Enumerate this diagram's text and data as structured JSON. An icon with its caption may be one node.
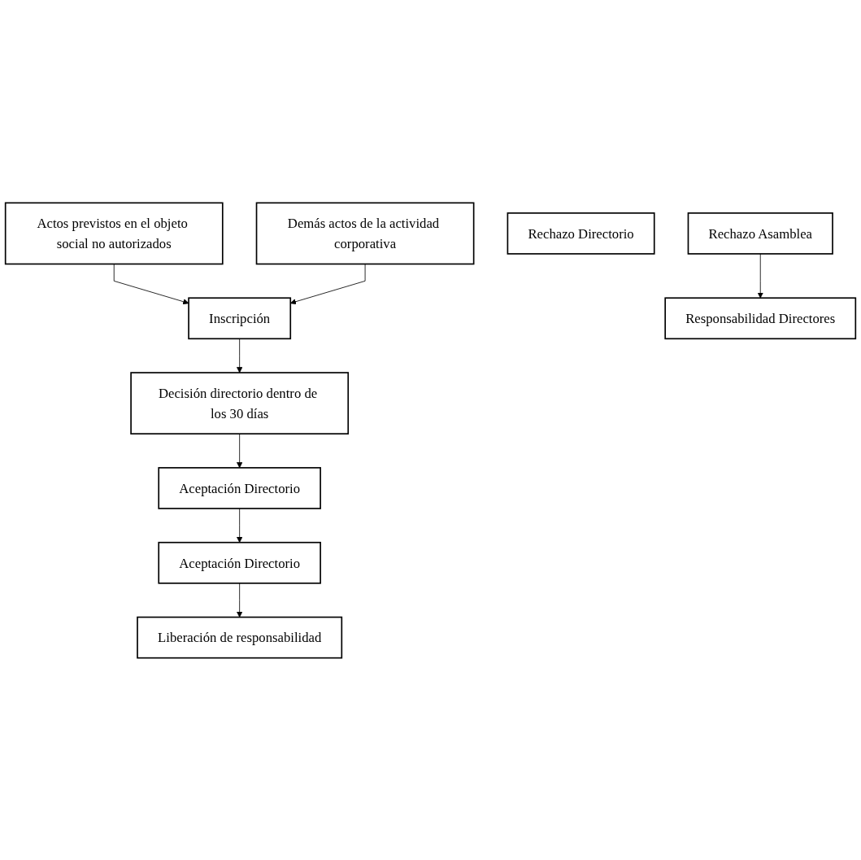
{
  "diagram": {
    "nodes": [
      {
        "text": [
          "Actos previstos en el objeto social no autorizados"
        ]
      },
      {
        "text": [
          "Inscripción"
        ]
      },
      {
        "text": [
          "Demás actos de la actividad corporativa"
        ]
      },
      {
        "text": [
          "Decisión directorio dentro de los 30 días"
        ]
      },
      {
        "text": [
          "Aceptación Directorio"
        ]
      },
      {
        "text": [
          "Rechazo Directorio"
        ]
      },
      {
        "text": [
          "Rechazo Asamblea"
        ]
      },
      {
        "text": [
          "Responsabilidad Directores"
        ]
      },
      {
        "text": [
          "Aceptación Directorio"
        ]
      },
      {
        "text": [
          "Liberación de responsabilidad"
        ]
      }
    ],
    "edges": [
      {
        "from": 0,
        "to": 1,
        "arrow": "to"
      },
      {
        "from": 2,
        "to": 1,
        "arrow": "to"
      },
      {
        "from": 1,
        "to": 3,
        "arrow": "to"
      },
      {
        "from": 3,
        "to": 4,
        "arrow": "to"
      },
      {
        "from": 4,
        "to": 8,
        "arrow": "to"
      },
      {
        "from": 6,
        "to": 7,
        "arrow": "to"
      },
      {
        "from": 8,
        "to": 9,
        "arrow": "to"
      }
    ]
  }
}
